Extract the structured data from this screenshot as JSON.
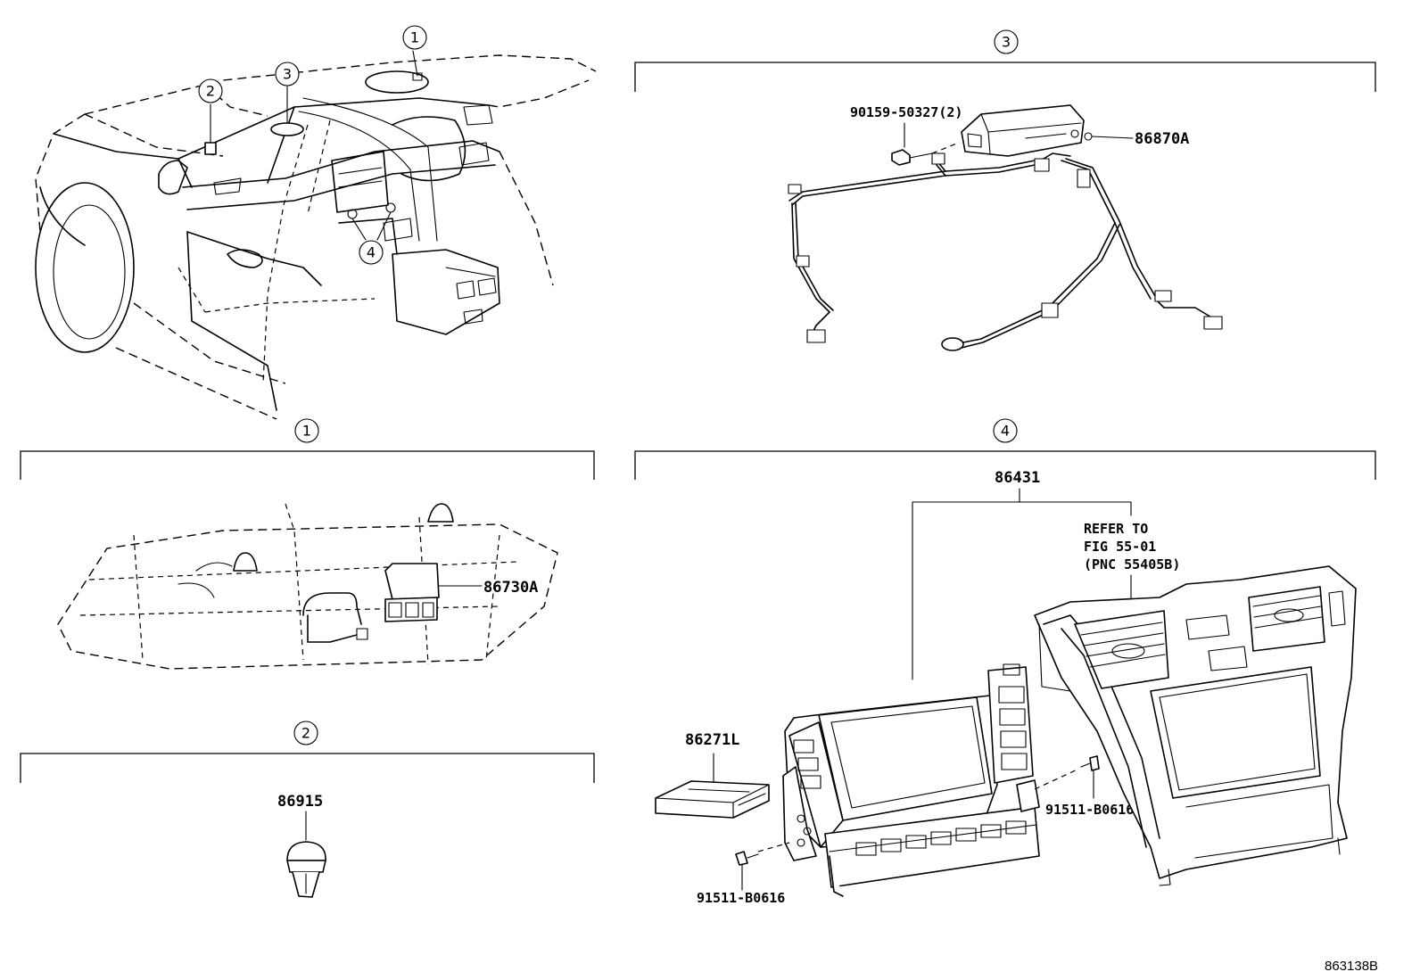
{
  "callouts": {
    "one": "1",
    "two": "2",
    "three": "3",
    "four": "4"
  },
  "parts": {
    "bolt_top": "90159-50327(2)",
    "module_top": "86870A",
    "roof_module": "86730A",
    "clip": "86915",
    "display_assy": "86431",
    "refer_line1": "REFER TO",
    "refer_line2": "FIG 55-01",
    "refer_line3": "(PNC 55405B)",
    "control_unit": "86271L",
    "screw_right": "91511-B0616",
    "screw_left": "91511-B0616"
  },
  "figure_code": "863138B"
}
